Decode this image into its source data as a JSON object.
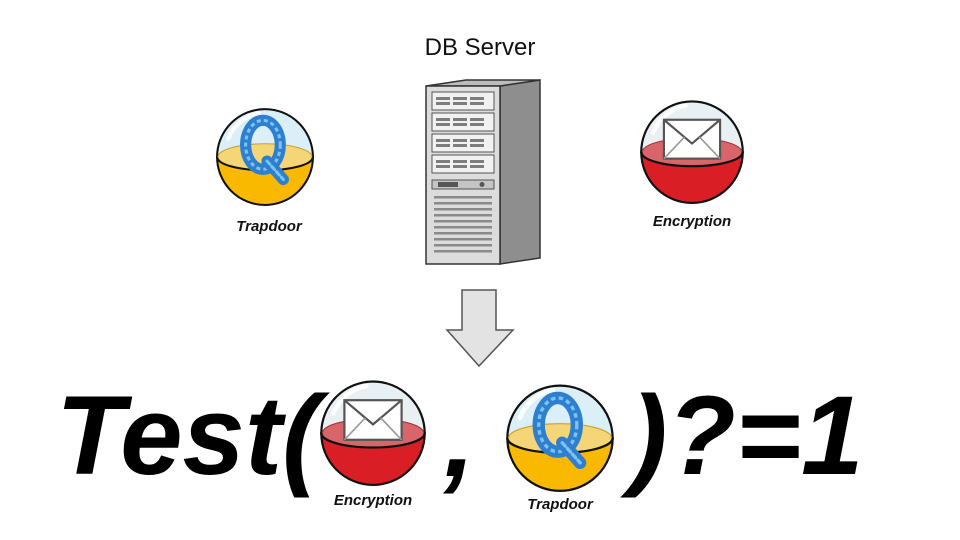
{
  "server": {
    "title": "DB Server",
    "icon": "server-tower-icon"
  },
  "capsules": {
    "trapdoor": {
      "label": "Trapdoor",
      "icon": "q-letter-icon",
      "color": "#f6b400"
    },
    "encryption": {
      "label": "Encryption",
      "icon": "envelope-icon",
      "color": "#d91e26"
    }
  },
  "arrow": {
    "icon": "down-arrow-icon"
  },
  "formula": {
    "func": "Test(",
    "comma": ",",
    "suffix": ")?=1",
    "arg1_label": "Encryption",
    "arg2_label": "Trapdoor"
  }
}
